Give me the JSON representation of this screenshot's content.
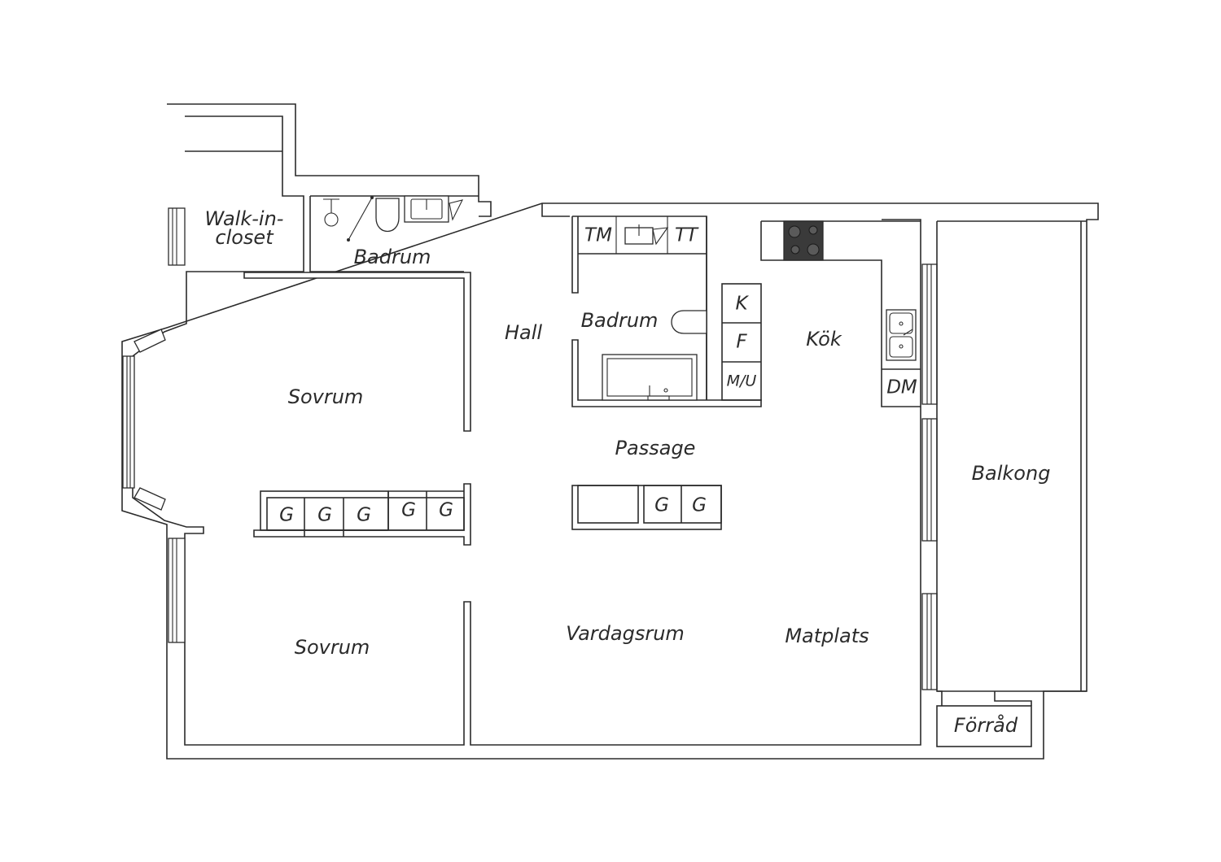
{
  "rooms": {
    "walk_in_closet_line1": "Walk-in-",
    "walk_in_closet_line2": "closet",
    "bathroom_small": "Badrum",
    "bathroom_large": "Badrum",
    "hall": "Hall",
    "kitchen": "Kök",
    "bedroom_upper": "Sovrum",
    "bedroom_lower": "Sovrum",
    "passage": "Passage",
    "living_room": "Vardagsrum",
    "dining": "Matplats",
    "balcony": "Balkong",
    "storage": "Förråd"
  },
  "fixtures": {
    "washer": "TM",
    "dryer": "TT",
    "fridge": "K",
    "freezer": "F",
    "microwave_oven": "M/U",
    "dishwasher": "DM",
    "wardrobes_bedroom": [
      "G",
      "G",
      "G",
      "G",
      "G"
    ],
    "wardrobes_passage": [
      "G",
      "G"
    ]
  },
  "icons": {
    "stove": "stove-icon",
    "kitchen_sink": "kitchen-sink-icon",
    "bathtub": "bathtub-icon",
    "toilet": "toilet-icon",
    "shower": "shower-icon",
    "washbasin": "washbasin-icon"
  },
  "colors": {
    "wall": "#2b2b2b",
    "stove_top": "#3a3a3a",
    "background": "#ffffff"
  }
}
